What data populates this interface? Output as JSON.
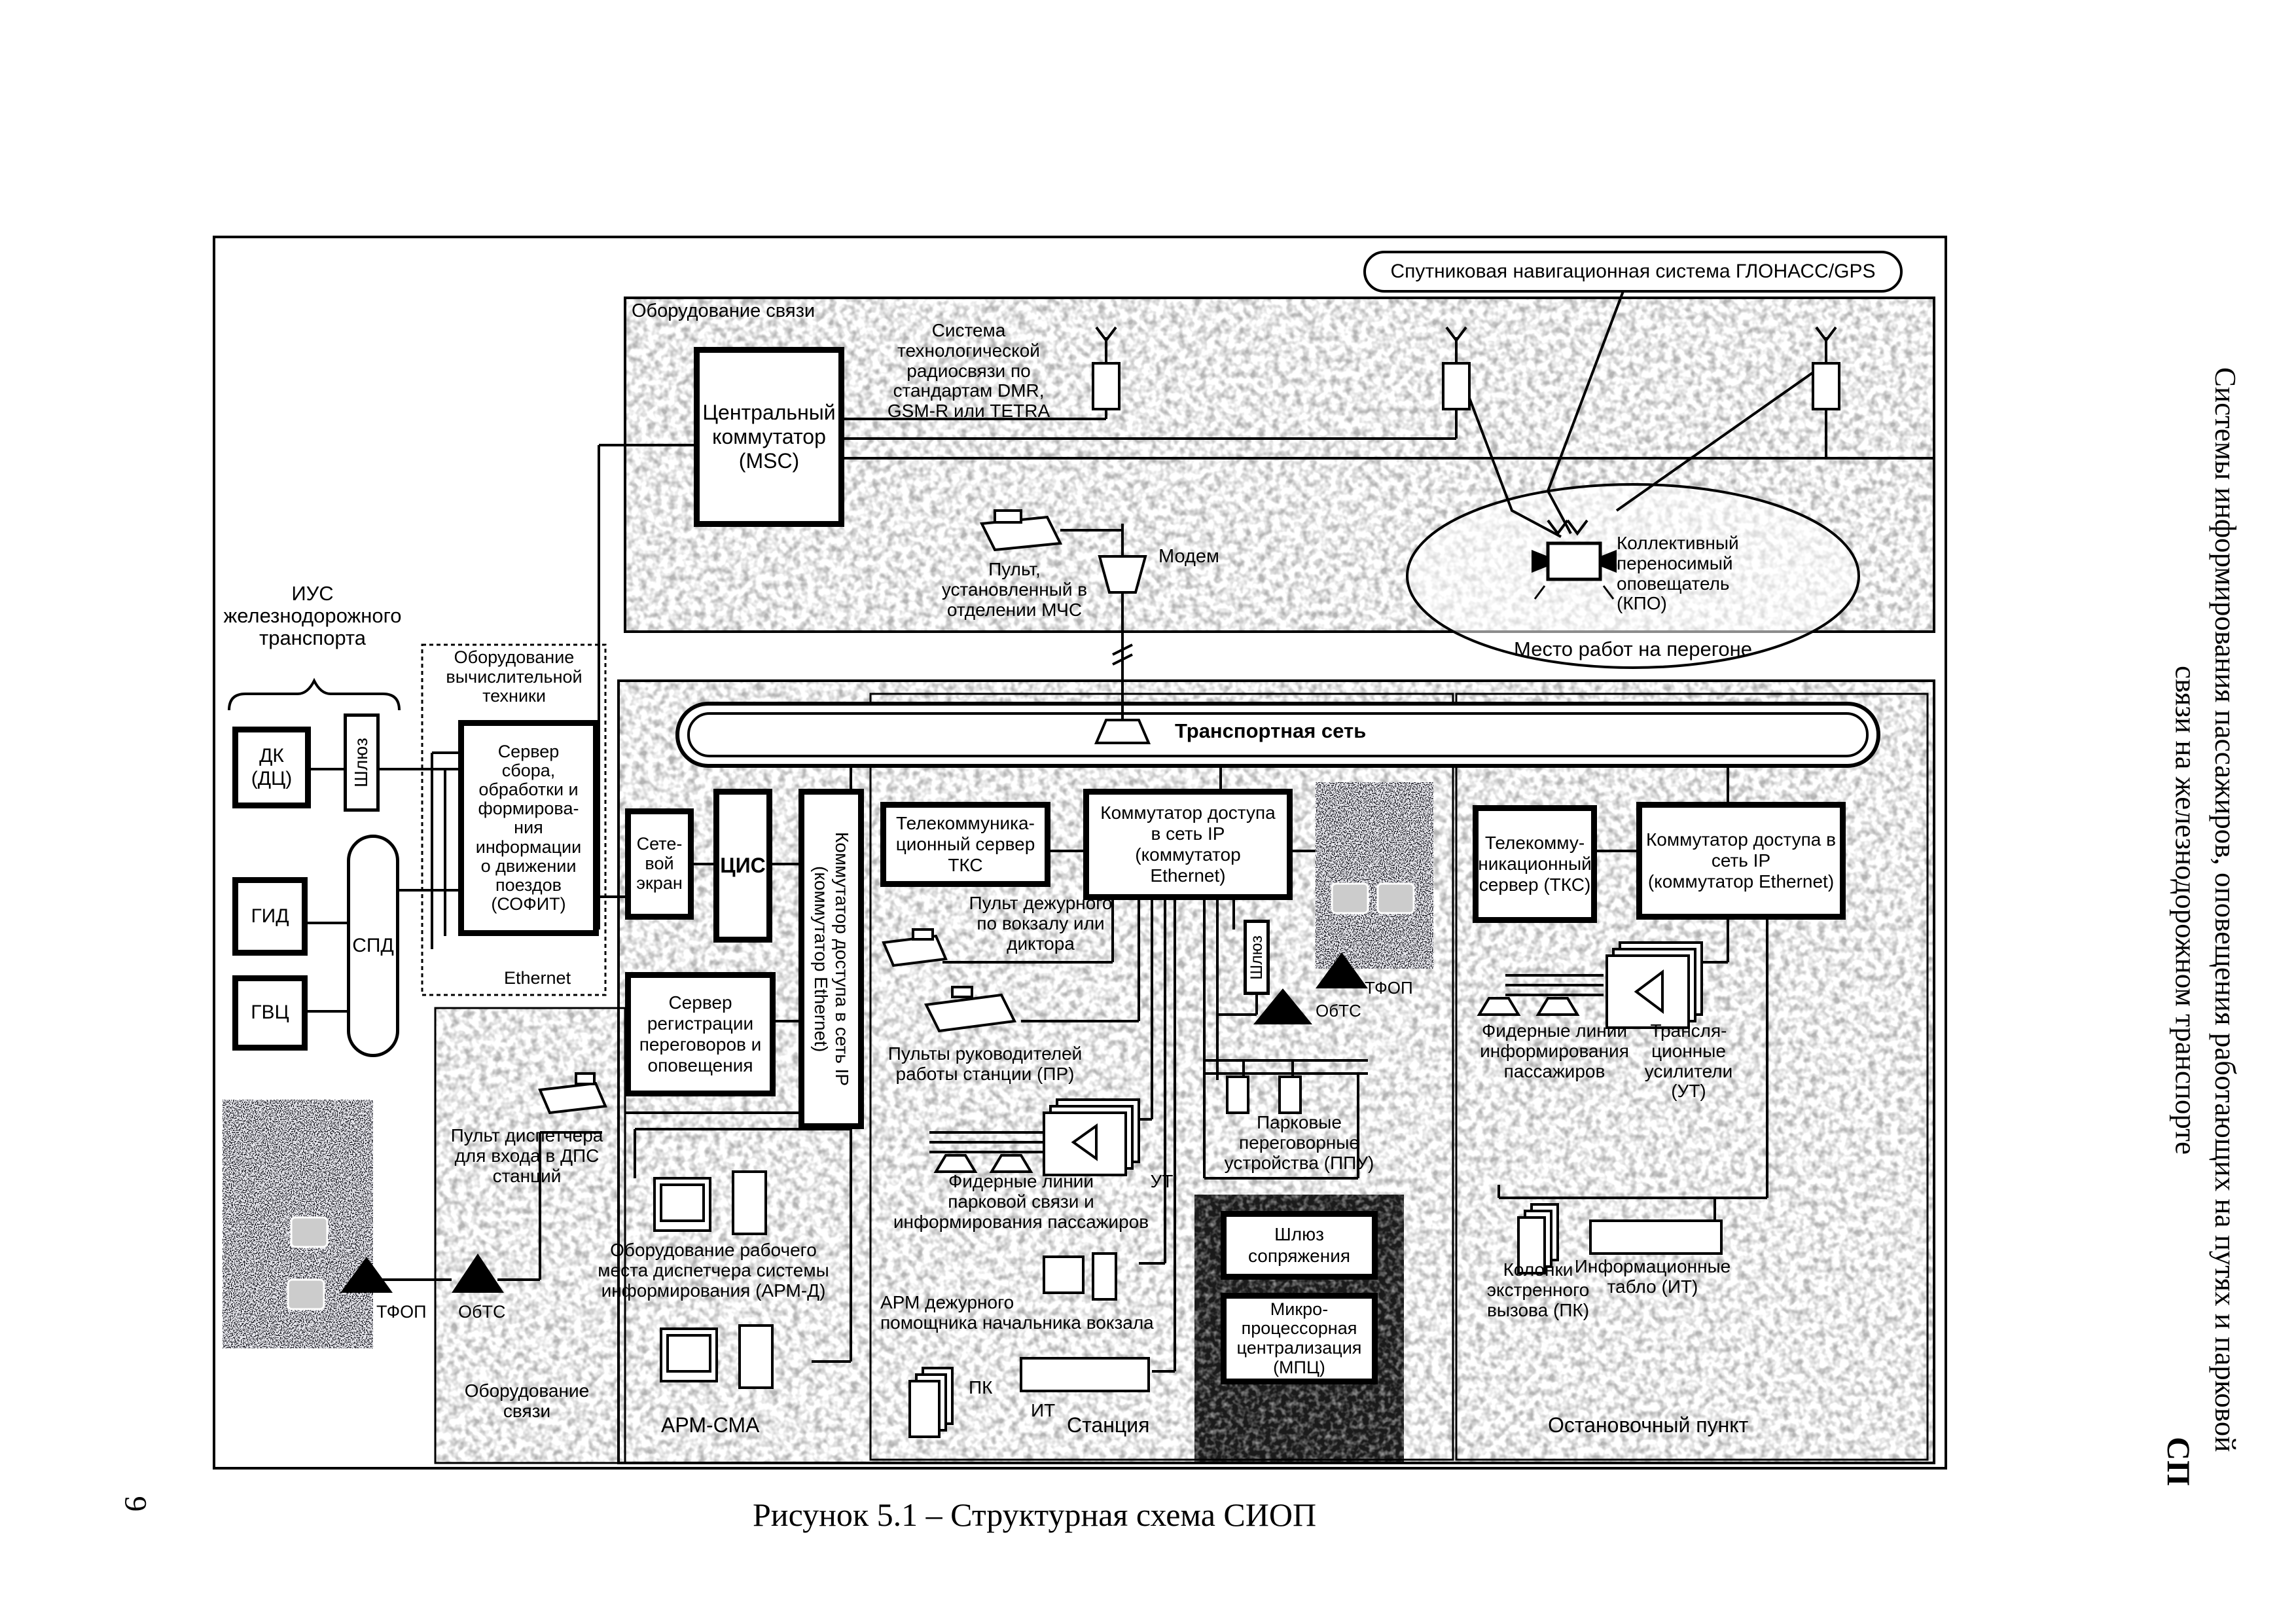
{
  "side_header": {
    "code": "СП",
    "title_line1": "Системы информирования пассажиров, оповещения работающих на путях и парковой",
    "title_line2": "связи на железнодорожном транспорте"
  },
  "page_number": "9",
  "caption": "Рисунок 5.1 – Структурная схема СИОП",
  "diagram": {
    "glonass": "Спутниковая навигационная система  ГЛОНАСС/GPS",
    "comm_equipment_top": "Оборудование связи",
    "radio_system": "Система\nтехнологической\nрадиосвязи по\nстандартам DMR,\nGSM-R или TETRA",
    "msc": "Центральный\nкоммутатор\n(MSC)",
    "modem": "Модем",
    "mchs_console": "Пульт,\nустановленный в\nотделении МЧС",
    "kpo": "Коллективный\nпереносимый\nоповещатель\n(КПО)",
    "work_place": "Место работ на перегоне",
    "transport_network": "Транспортная сеть",
    "ius": "ИУС\nжелезнодорожного\nтранспорта",
    "computing_equipment": "Оборудование\nвычислительной\nтехники",
    "dk": "ДК\n(ДЦ)",
    "gateway_short": "Шлюз",
    "server_sofit": "Сервер\nсбора,\nобработки и\nформирова-\nния\nинформации\nо движении\nпоездов\n(СОФИТ)",
    "ethernet": "Ethernet",
    "gid": "ГИД",
    "gvc": "ГВЦ",
    "spd": "СПД",
    "firewall": "Сете-\nвой\nэкран",
    "cis": "ЦИС",
    "access_switch_vertical": "Коммутатор доступа в сеть IP\n(коммутатор Ethernet)",
    "rec_server": "Сервер\nрегистрации\nпереговоров и\nоповещения",
    "tks_station": "Телекоммуника-\nционный сервер\nТКС",
    "access_switch_station": "Коммутатор доступа\nв сеть IP\n(коммутатор\nEthernet)",
    "duty_console": "Пульт дежурного\nпо вокзалу или\nдиктора",
    "manager_consoles": "Пульты руководителей\nработы станции (ПР)",
    "ut_station": "УТ",
    "feeder_station": "Фидерные линии\nпарковой  связи и\nинформирования пассажиров",
    "arm_assistant": "АРМ дежурного\nпомощника начальника вокзала",
    "pk_station": "ПК",
    "it_station": "ИТ",
    "station_zone": "Станция",
    "gateway_vertical": "Шлюз",
    "obts_station": "ОбТС",
    "tfop_station": "ТФОП",
    "park_devices": "Парковые\nпереговорные\nустройства (ППУ)",
    "interface_gateway": "Шлюз\nсопряжения",
    "mpc": "Микро-\nпроцессорная\nцентрализация\n(МПЦ)",
    "tks_stop": "Телекомму-\nникационный\nсервер (ТКС)",
    "access_switch_stop": "Коммутатор доступа в\nсеть IP\n(коммутатор Ethernet)",
    "feeder_stop": "Фидерные линии\nинформирования\nпассажиров",
    "ut_stop": "Трансля-\nционные\nусилители\n(УТ)",
    "emergency_columns": "Колонки\nэкстренного\nвызова (ПК)",
    "info_boards": "Информационные\nтабло (ИТ)",
    "stop_zone": "Остановочный пункт",
    "dispatcher_console": "Пульт диспетчера\nдля входа в ДПС\nстанций",
    "arm_d": "Оборудование рабочего\nместа диспетчера системы\nинформирования (АРМ-Д)",
    "obts_left": "ОбТС",
    "tfop_left": "ТФОП",
    "arm_sma": "АРМ-СМА",
    "comm_equipment_bottom": "Оборудование\nсвязи"
  }
}
